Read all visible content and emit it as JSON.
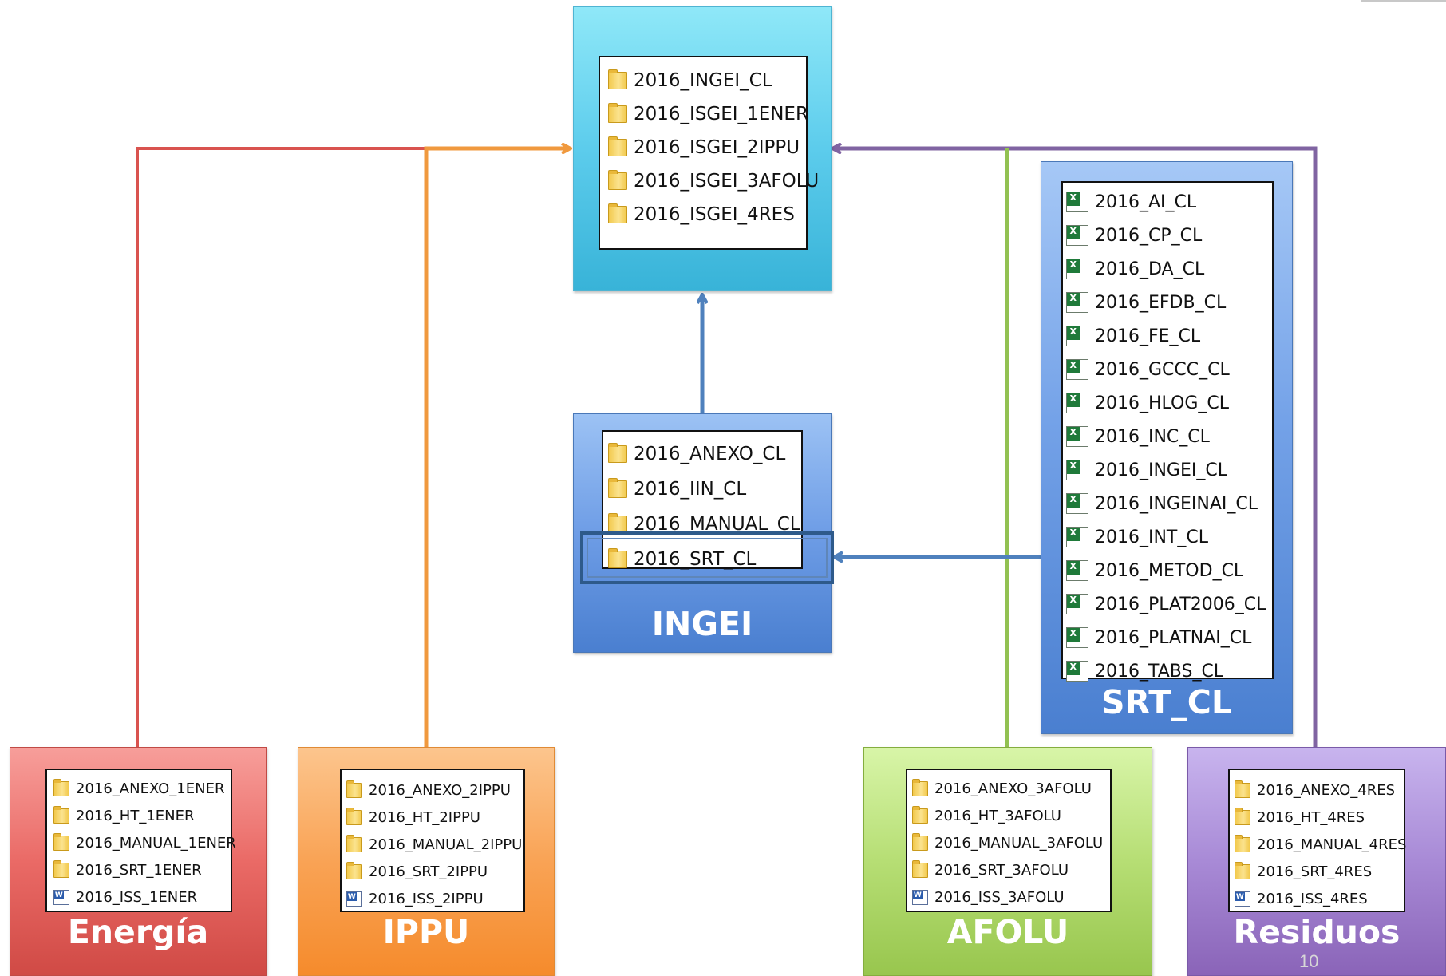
{
  "colors": {
    "energia": "#d9534f",
    "ippu": "#f0993e",
    "ingei": "#4f81bd",
    "afolu": "#92c152",
    "residuos": "#8064a2"
  },
  "top": {
    "items": [
      "2016_INGEI_CL",
      "2016_ISGEI_1ENER",
      "2016_ISGEI_2IPPU",
      "2016_ISGEI_3AFOLU",
      "2016_ISGEI_4RES"
    ]
  },
  "ingei": {
    "title": "INGEI",
    "items": [
      "2016_ANEXO_CL",
      "2016_IIN_CL",
      "2016_MANUAL_CL",
      "2016_SRT_CL"
    ]
  },
  "srt": {
    "title": "SRT_CL",
    "items": [
      "2016_AI_CL",
      "2016_CP_CL",
      "2016_DA_CL",
      "2016_EFDB_CL",
      "2016_FE_CL",
      "2016_GCCC_CL",
      "2016_HLOG_CL",
      "2016_INC_CL",
      "2016_INGEI_CL",
      "2016_INGEINAI_CL",
      "2016_INT_CL",
      "2016_METOD_CL",
      "2016_PLAT2006_CL",
      "2016_PLATNAI_CL",
      "2016_TABS_CL"
    ]
  },
  "energia": {
    "title": "Energía",
    "items": [
      "2016_ANEXO_1ENER",
      "2016_HT_1ENER",
      "2016_MANUAL_1ENER",
      "2016_SRT_1ENER",
      "2016_ISS_1ENER"
    ]
  },
  "ippu": {
    "title": "IPPU",
    "items": [
      "2016_ANEXO_2IPPU",
      "2016_HT_2IPPU",
      "2016_MANUAL_2IPPU",
      "2016_SRT_2IPPU",
      "2016_ISS_2IPPU"
    ]
  },
  "afolu": {
    "title": "AFOLU",
    "items": [
      "2016_ANEXO_3AFOLU",
      "2016_HT_3AFOLU",
      "2016_MANUAL_3AFOLU",
      "2016_SRT_3AFOLU",
      "2016_ISS_3AFOLU"
    ]
  },
  "residuos": {
    "title": "Residuos",
    "items": [
      "2016_ANEXO_4RES",
      "2016_HT_4RES",
      "2016_MANUAL_4RES",
      "2016_SRT_4RES",
      "2016_ISS_4RES"
    ]
  },
  "page_number": "10"
}
